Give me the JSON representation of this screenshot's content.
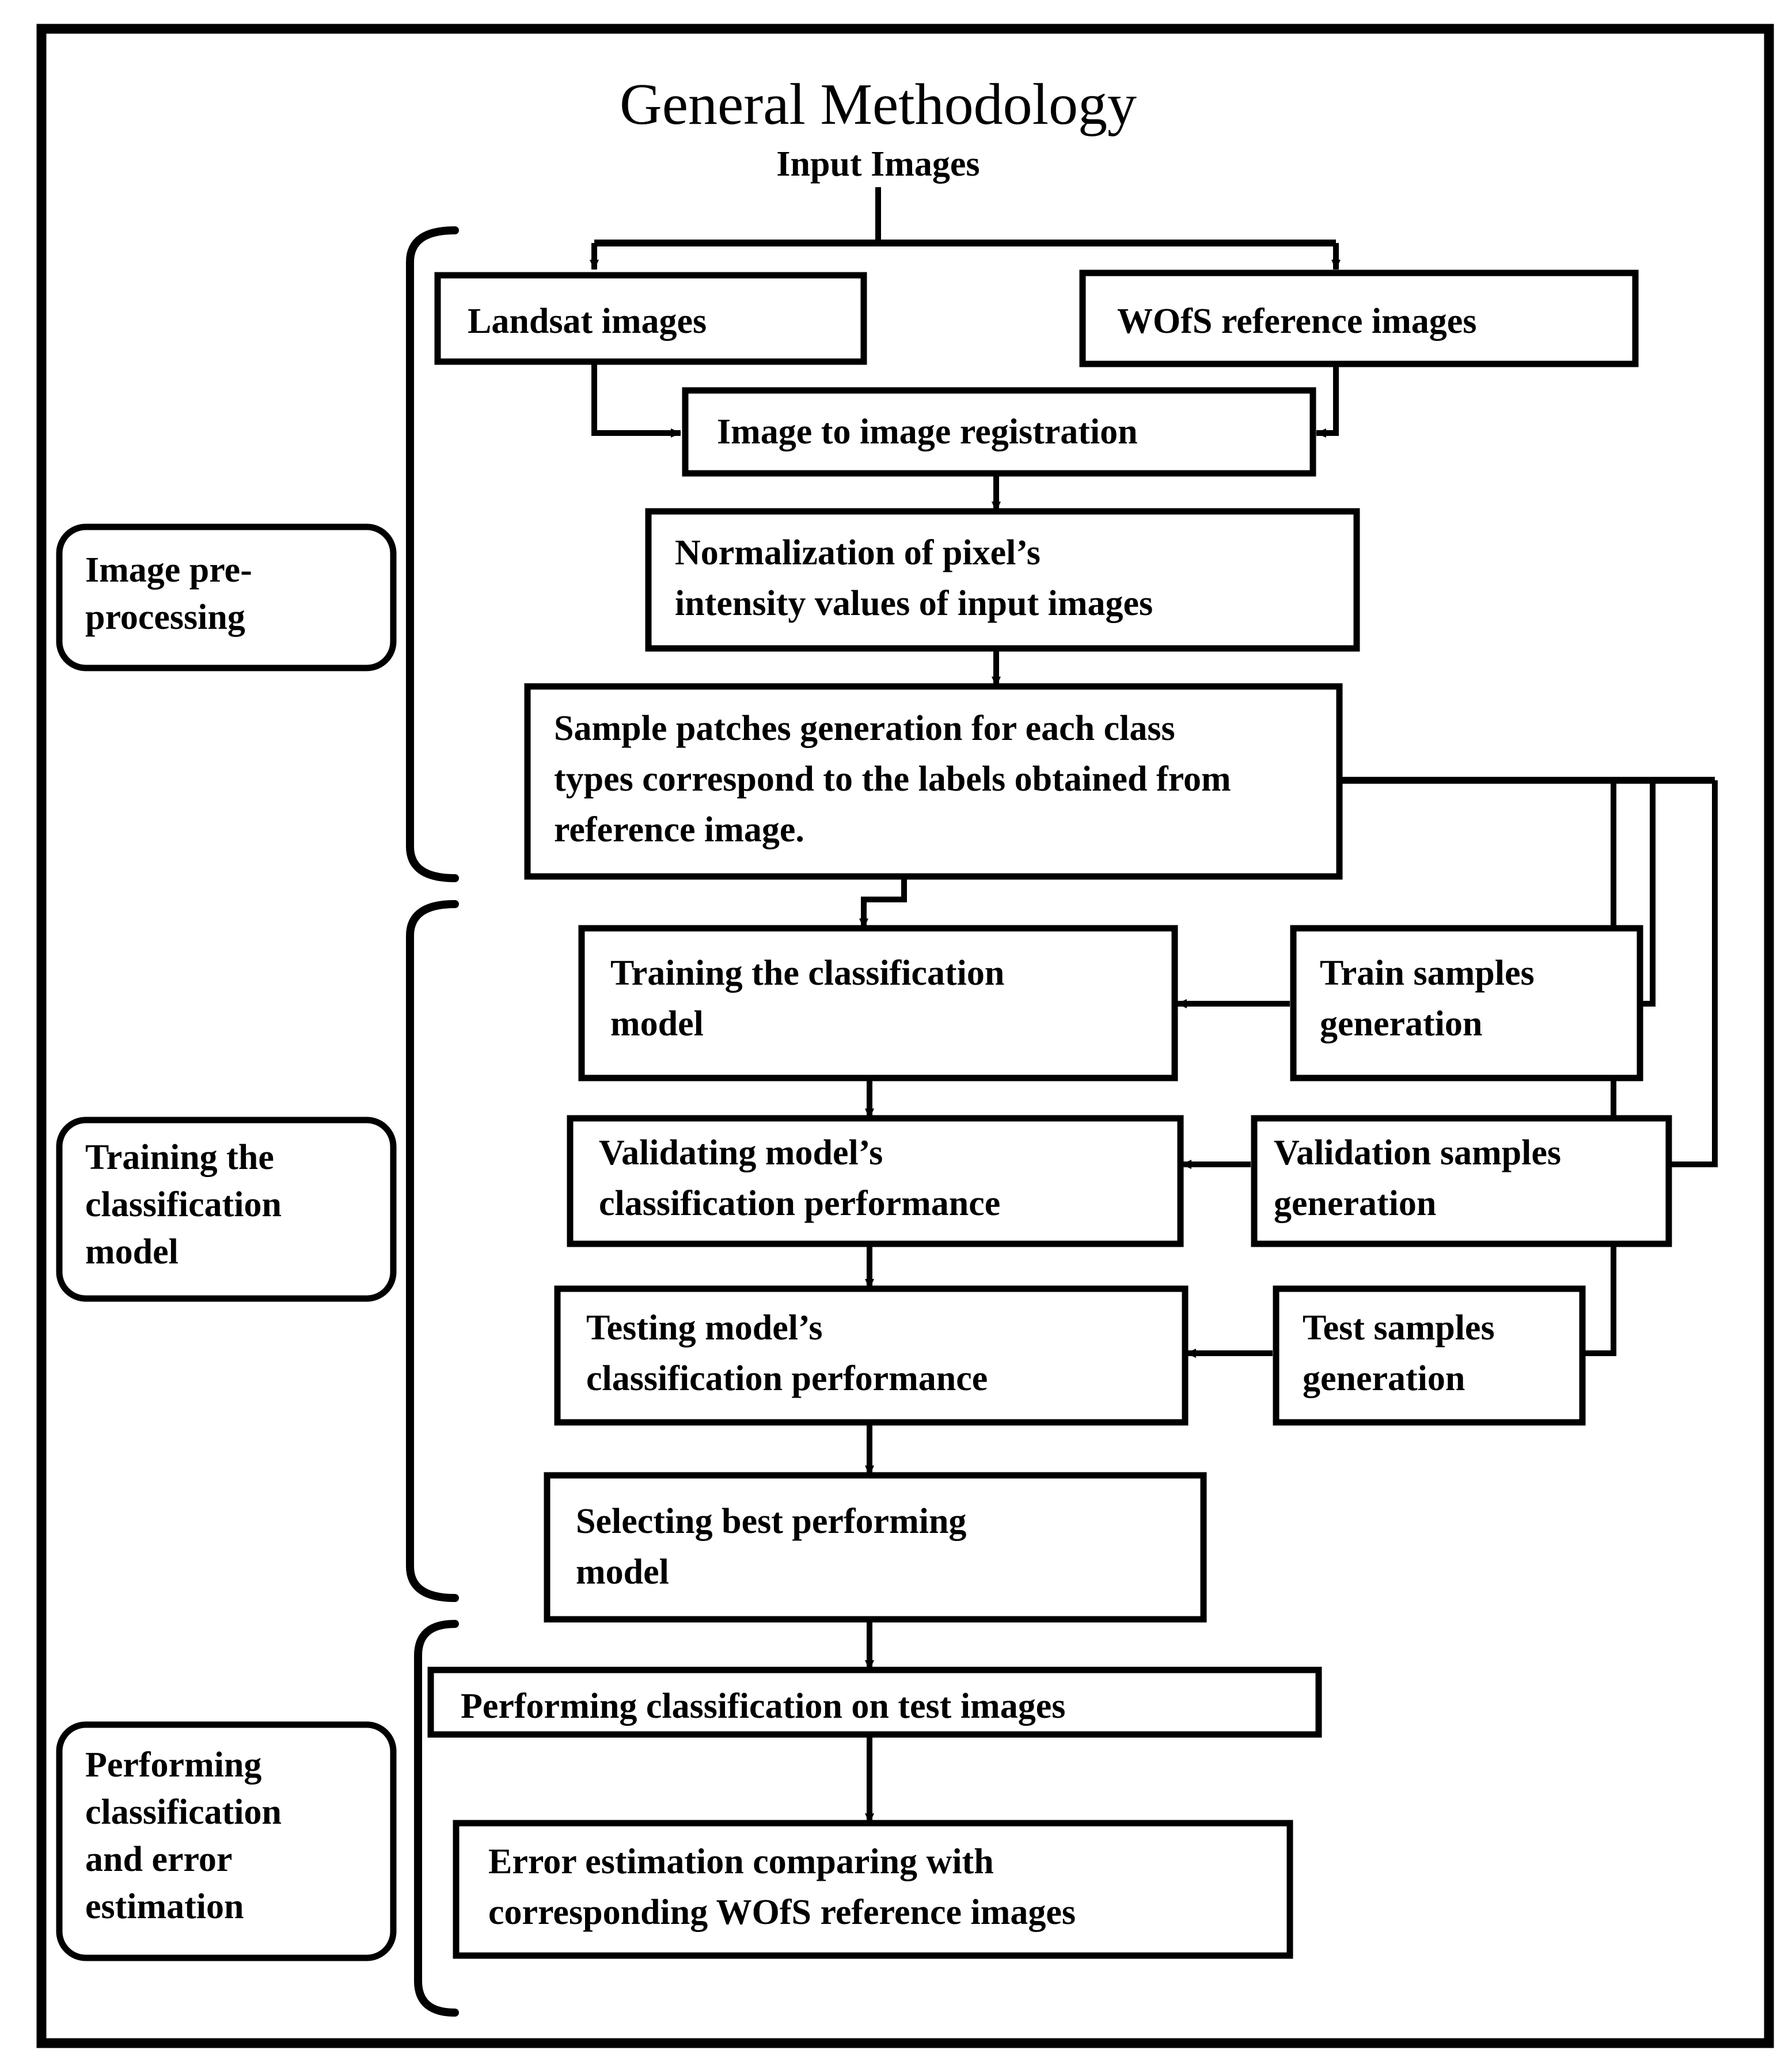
{
  "figure": {
    "title": "General Methodology",
    "entry_label": "Input Images"
  },
  "stage_labels": [
    {
      "id": "stage-image-preprocessing",
      "lines": [
        "Image pre-",
        "processing"
      ]
    },
    {
      "id": "stage-training-model",
      "lines": [
        "Training the",
        "classification",
        "model"
      ]
    },
    {
      "id": "stage-classification-error",
      "lines": [
        "Performing",
        "classification",
        "and error",
        "estimation"
      ]
    }
  ],
  "nodes": [
    {
      "id": "landsat-images",
      "lines": [
        "Landsat images"
      ]
    },
    {
      "id": "wofs-reference-images",
      "lines": [
        "WOfS reference images"
      ]
    },
    {
      "id": "image-to-image-registration",
      "lines": [
        "Image to image registration"
      ]
    },
    {
      "id": "normalization",
      "lines": [
        "Normalization of pixel’s",
        "intensity values of input images"
      ]
    },
    {
      "id": "sample-patches-generation",
      "lines": [
        "Sample patches generation for each class",
        "types correspond to the labels obtained from",
        "reference image."
      ]
    },
    {
      "id": "training-classification-model",
      "lines": [
        "Training the classification",
        "model"
      ]
    },
    {
      "id": "train-samples-generation",
      "lines": [
        "Train samples",
        "generation"
      ]
    },
    {
      "id": "validating-model",
      "lines": [
        "Validating model’s",
        "classification performance"
      ]
    },
    {
      "id": "validation-samples-generation",
      "lines": [
        "Validation samples",
        "generation"
      ]
    },
    {
      "id": "testing-model",
      "lines": [
        "Testing model’s",
        "classification performance"
      ]
    },
    {
      "id": "test-samples-generation",
      "lines": [
        "Test samples",
        "generation"
      ]
    },
    {
      "id": "selecting-best-model",
      "lines": [
        "Selecting best performing",
        "model"
      ]
    },
    {
      "id": "performing-classification",
      "lines": [
        "Performing classification on test images"
      ]
    },
    {
      "id": "error-estimation",
      "lines": [
        "Error estimation comparing with",
        "corresponding WOfS reference images"
      ]
    }
  ],
  "colors": {
    "stroke": "#000000",
    "background": "#ffffff",
    "text": "#000000"
  }
}
